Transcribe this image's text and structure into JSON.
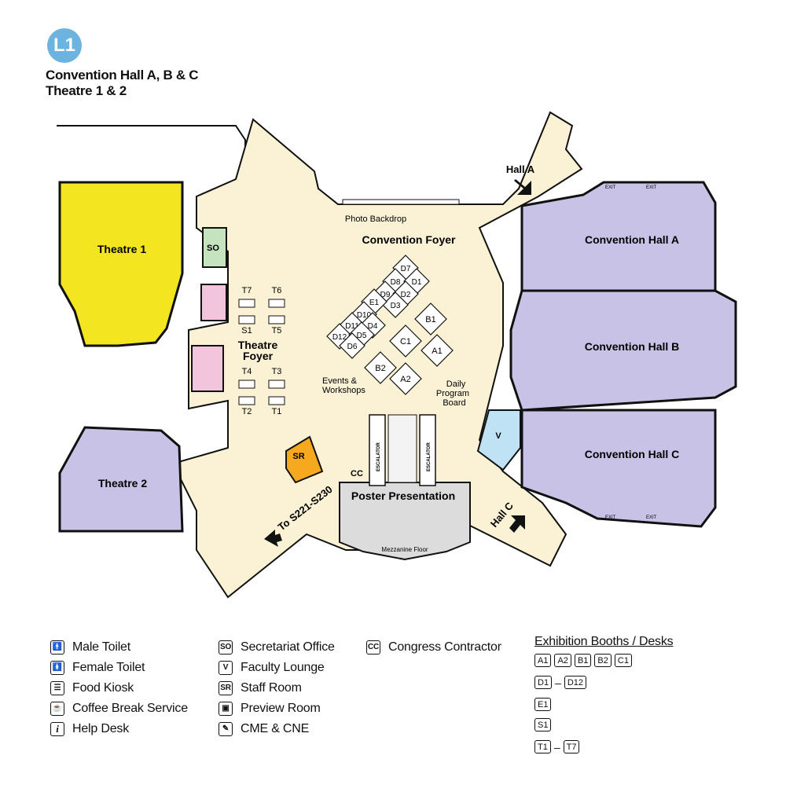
{
  "header": {
    "level_badge": "L1",
    "title_line1": "Convention Hall A, B & C",
    "title_line2": "Theatre 1 & 2"
  },
  "rooms": {
    "theatre1": "Theatre 1",
    "theatre2": "Theatre 2",
    "hall_a": "Convention Hall A",
    "hall_b": "Convention Hall B",
    "hall_c": "Convention Hall C",
    "theatre_foyer_1": "Theatre",
    "theatre_foyer_2": "Foyer",
    "convention_foyer": "Convention Foyer",
    "photo_backdrop": "Photo Backdrop",
    "events_1": "Events &",
    "events_2": "Workshops",
    "daily_1": "Daily",
    "daily_2": "Program",
    "daily_3": "Board",
    "poster": "Poster Presentation",
    "mezzanine": "Mezzanine Floor",
    "escalator": "ESCALATOR",
    "hall_a_arrow": "Hall A",
    "hall_c_arrow": "Hall C",
    "to_rooms": "To S221-S230",
    "exit": "EXIT"
  },
  "room_codes": {
    "so": "SO",
    "sr": "SR",
    "v": "V",
    "cc": "CC"
  },
  "tables": [
    "T7",
    "T6",
    "S1",
    "T5",
    "T4",
    "T3",
    "T2",
    "T1"
  ],
  "booths": [
    "D7",
    "D8",
    "D1",
    "D9",
    "D2",
    "D3",
    "E1",
    "D10",
    "D11",
    "D4",
    "D12",
    "D5",
    "D6",
    "B1",
    "C1",
    "A1",
    "B2",
    "A2"
  ],
  "legend": {
    "col1": [
      "Male Toilet",
      "Female Toilet",
      "Food Kiosk",
      "Coffee Break Service",
      "Help Desk"
    ],
    "col2": [
      "Secretariat Office",
      "Faculty Lounge",
      "Staff Room",
      "Preview Room",
      "CME & CNE"
    ],
    "col2_codes": [
      "SO",
      "V",
      "SR",
      "",
      ""
    ],
    "col3": [
      "Congress Contractor"
    ],
    "col3_codes": [
      "CC"
    ],
    "booth_title": "Exhibition Booths / Desks",
    "booth_row1": [
      "A1",
      "A2",
      "B1",
      "B2",
      "C1"
    ],
    "booth_row2_from": "D1",
    "booth_row2_to": "D12",
    "booth_row3": "E1",
    "booth_row4": "S1",
    "booth_row5_from": "T1",
    "booth_row5_to": "T7",
    "range_dash": "–"
  },
  "colors": {
    "foyer": "#fbf1d4",
    "theatre1": "#f3e51f",
    "theatre2": "#c8c3e6",
    "halls": "#c8c3e6",
    "secretariat": "#c6e3c0",
    "preview": "#f3c5dc",
    "staff": "#f6a91f",
    "faculty": "#bfe3f4",
    "poster": "#dcdcdc",
    "badge": "#6cb3e0"
  }
}
